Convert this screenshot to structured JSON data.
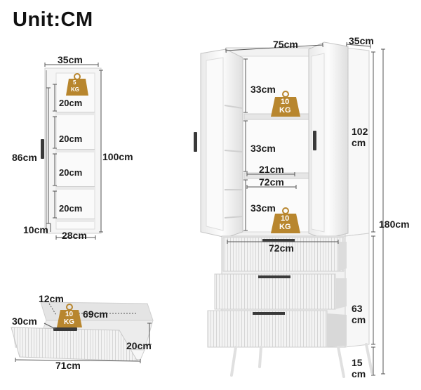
{
  "title": "Unit:CM",
  "side_view": {
    "width": "35cm",
    "load": "5",
    "load_unit": "KG",
    "shelves": [
      "20cm",
      "20cm",
      "20cm",
      "20cm"
    ],
    "inner_height": "86cm",
    "outer_height": "100cm",
    "bottom_gap": "10cm",
    "depth": "28cm"
  },
  "drawer_view": {
    "height_top": "12cm",
    "depth_left": "30cm",
    "inner_width": "69cm",
    "load": "10",
    "load_unit": "KG",
    "height_right": "20cm",
    "outer_width": "71cm"
  },
  "main_view": {
    "width": "75cm",
    "depth": "35cm",
    "shelf_top": "33cm",
    "shelf_mid": "33cm",
    "shelf_bottom": "33cm",
    "load_top": "10",
    "load_bottom": "10",
    "load_unit": "KG",
    "door_inner": "21cm",
    "shelf_width": "72cm",
    "drawer_width": "72cm",
    "upper_height_num": "102",
    "upper_height_unit": "cm",
    "total_height": "180cm",
    "lower_height_num": "63",
    "lower_height_unit": "cm",
    "leg_height_num": "15",
    "leg_height_unit": "cm"
  },
  "colors": {
    "cabinet": "#f4f4f4",
    "edge": "#c9c9c9",
    "badge": "#b8862e",
    "handle": "#3a3a3a",
    "dim_line": "#555555"
  }
}
